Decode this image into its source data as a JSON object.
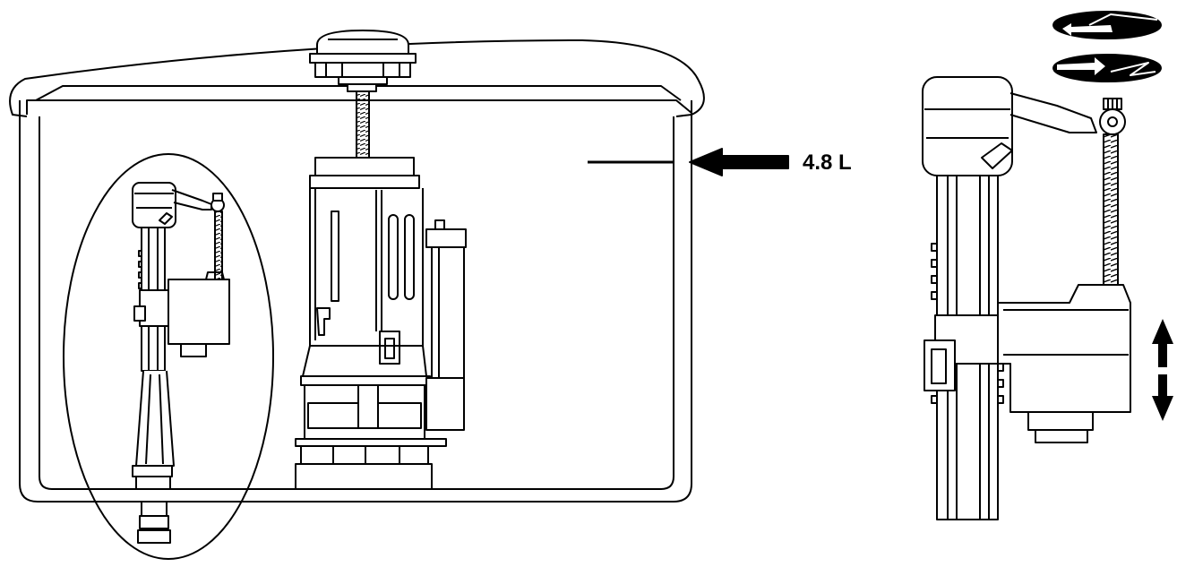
{
  "diagram": {
    "water_level_label": "4.8 L",
    "stroke_color": "#000000",
    "fill_color": "#ffffff",
    "icons": [
      "cistern-outline",
      "push-button",
      "flush-valve",
      "fill-valve",
      "water-level-arrow",
      "rotate-arrows",
      "up-down-arrows"
    ]
  }
}
